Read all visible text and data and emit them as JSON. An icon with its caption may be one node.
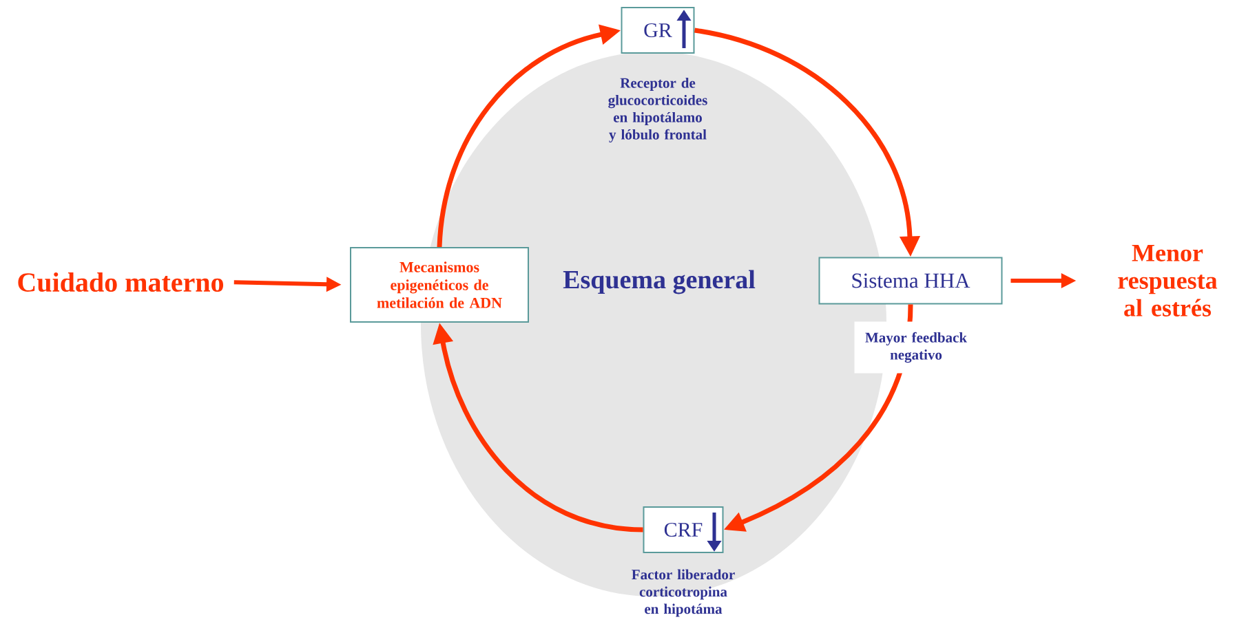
{
  "diagram": {
    "nodes": [
      {
        "text": [
          "Cuidado materno"
        ]
      },
      {
        "text": [
          "Mecanismos epigenéticos de metilación de ADN"
        ]
      },
      {
        "text": [
          "GR"
        ],
        "beside": [
          "Receptor de glucocorticoides en hipotálamo y lóbulo frontal"
        ]
      },
      {
        "text": [
          "Sistema HHA"
        ],
        "beside": [
          "Mayor feedback negativo"
        ]
      },
      {
        "text": [
          "CRF"
        ],
        "beside": [
          "Factor liberador corticotropina en hipotáma"
        ]
      },
      {
        "text": [
          "Menor respuesta al estrés"
        ]
      }
    ],
    "edges": [
      {
        "from": 0,
        "to": 1,
        "arrow": "to"
      },
      {
        "from": 1,
        "to": 2,
        "arrow": "to"
      },
      {
        "from": 2,
        "to": 3,
        "arrow": "to"
      },
      {
        "from": 3,
        "to": 4,
        "arrow": "to"
      },
      {
        "from": 4,
        "to": 1,
        "arrow": "to"
      },
      {
        "from": 3,
        "to": 5,
        "arrow": "to"
      }
    ],
    "labels": [
      "Esquema general"
    ]
  }
}
